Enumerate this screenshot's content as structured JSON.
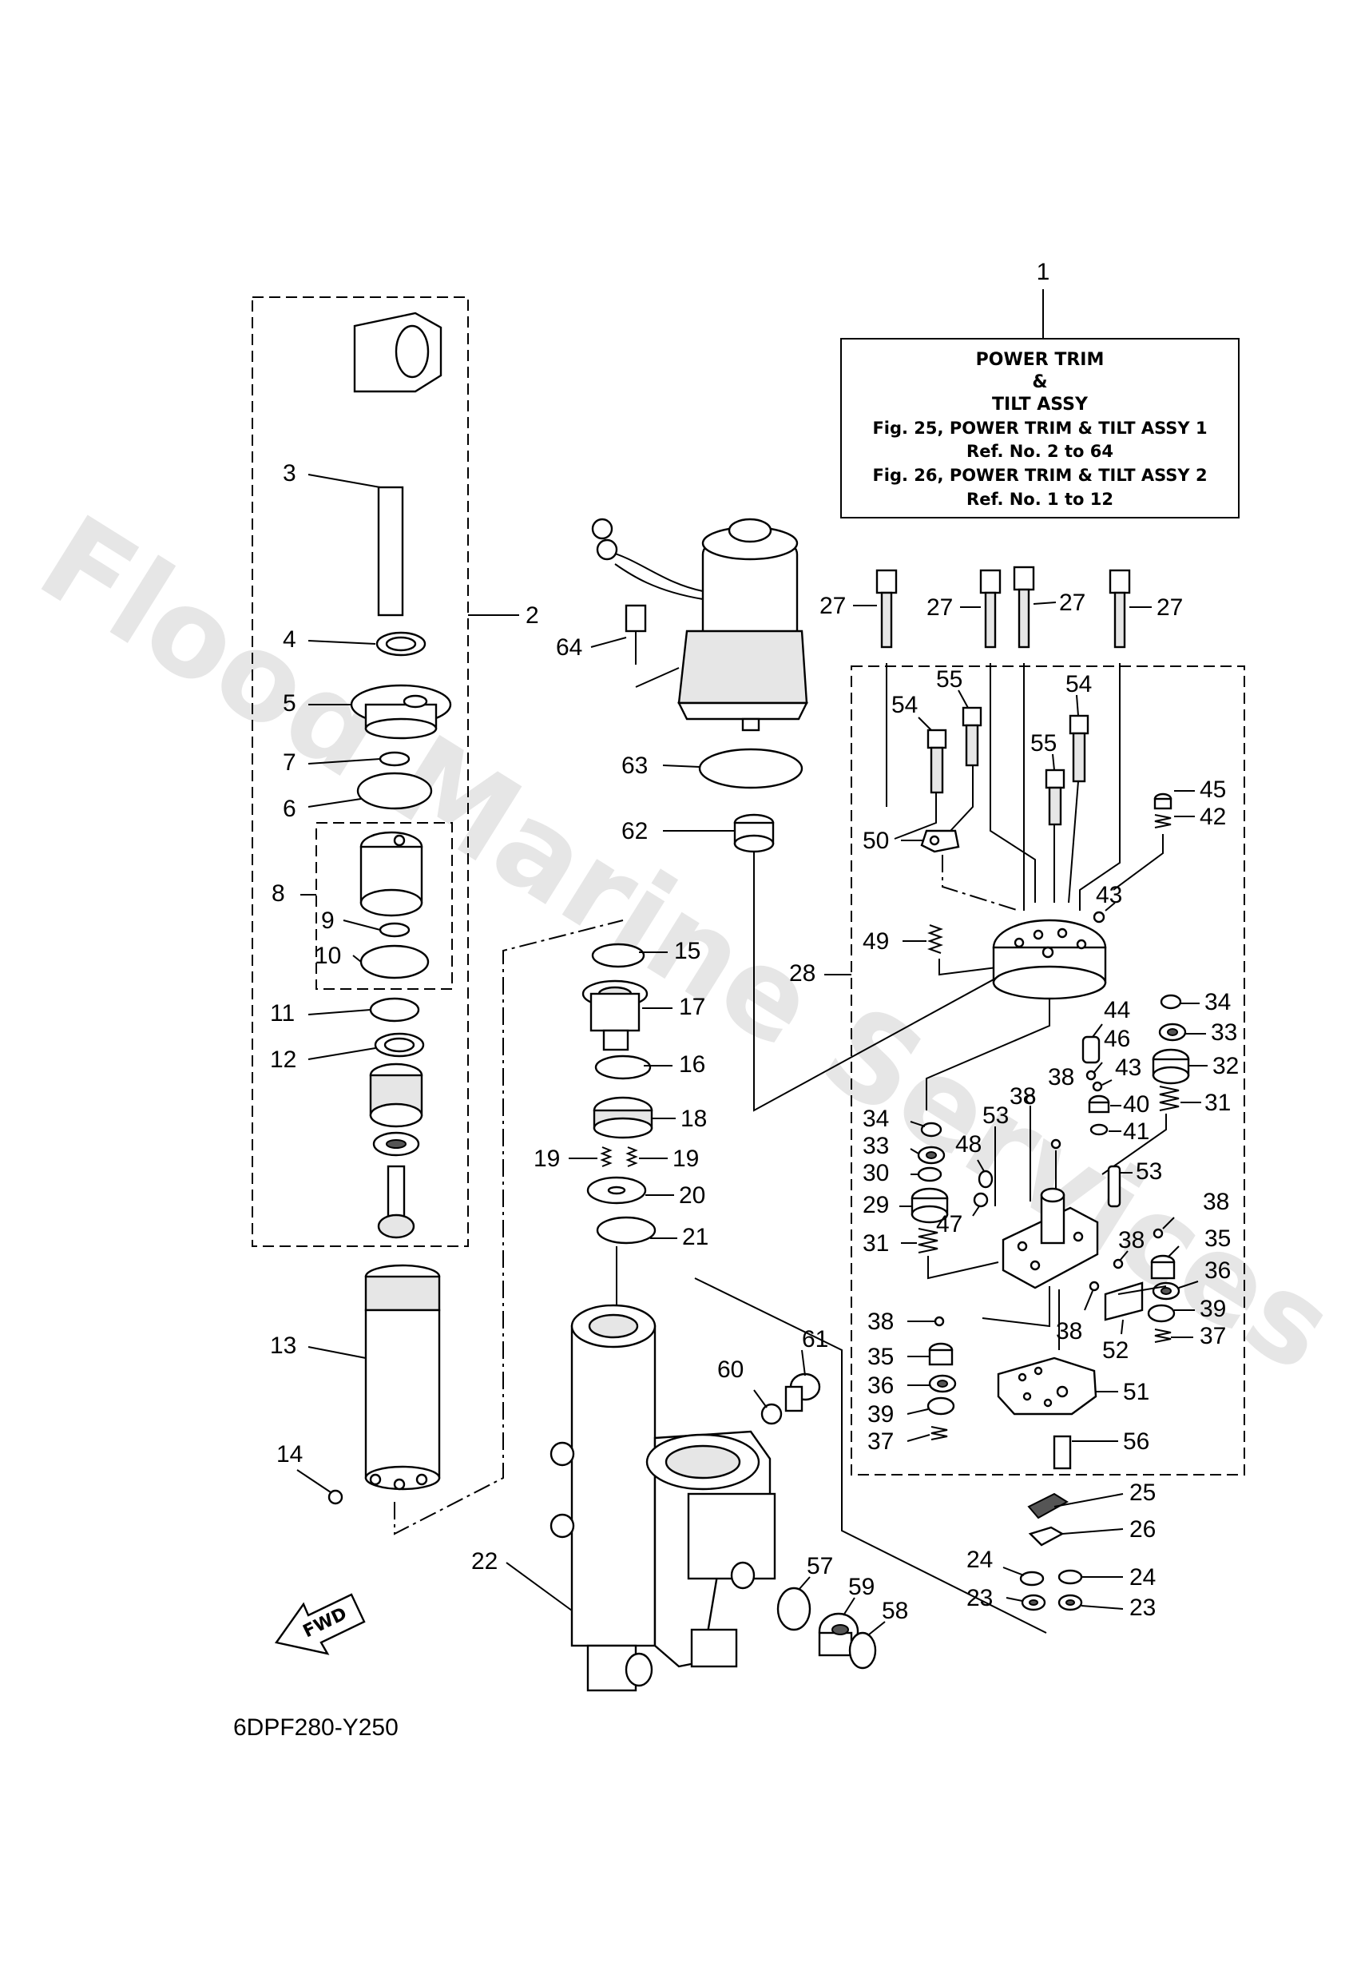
{
  "watermark": "Flood Marine Services",
  "figure_code": "6DPF280-Y250",
  "fwd_label": "FWD",
  "note_box": {
    "title_line1": "POWER TRIM",
    "title_line2": "&",
    "title_line3": "TILT ASSY",
    "line4": "Fig. 25, POWER TRIM & TILT ASSY 1",
    "line5": "Ref. No. 2 to 64",
    "line6": "Fig. 26, POWER TRIM & TILT ASSY 2",
    "line7": "Ref. No. 1 to 12"
  },
  "callouts": [
    {
      "id": "c1",
      "text": "1"
    },
    {
      "id": "c2",
      "text": "2"
    },
    {
      "id": "c3",
      "text": "3"
    },
    {
      "id": "c4",
      "text": "4"
    },
    {
      "id": "c5",
      "text": "5"
    },
    {
      "id": "c6",
      "text": "6"
    },
    {
      "id": "c7",
      "text": "7"
    },
    {
      "id": "c8",
      "text": "8"
    },
    {
      "id": "c9",
      "text": "9"
    },
    {
      "id": "c10",
      "text": "10"
    },
    {
      "id": "c11",
      "text": "11"
    },
    {
      "id": "c12",
      "text": "12"
    },
    {
      "id": "c13",
      "text": "13"
    },
    {
      "id": "c14",
      "text": "14"
    },
    {
      "id": "c15",
      "text": "15"
    },
    {
      "id": "c16",
      "text": "16"
    },
    {
      "id": "c17",
      "text": "17"
    },
    {
      "id": "c18",
      "text": "18"
    },
    {
      "id": "c19a",
      "text": "19"
    },
    {
      "id": "c19b",
      "text": "19"
    },
    {
      "id": "c20",
      "text": "20"
    },
    {
      "id": "c21",
      "text": "21"
    },
    {
      "id": "c22",
      "text": "22"
    },
    {
      "id": "c23a",
      "text": "23"
    },
    {
      "id": "c23b",
      "text": "23"
    },
    {
      "id": "c24a",
      "text": "24"
    },
    {
      "id": "c24b",
      "text": "24"
    },
    {
      "id": "c25",
      "text": "25"
    },
    {
      "id": "c26",
      "text": "26"
    },
    {
      "id": "c27a",
      "text": "27"
    },
    {
      "id": "c27b",
      "text": "27"
    },
    {
      "id": "c27c",
      "text": "27"
    },
    {
      "id": "c27d",
      "text": "27"
    },
    {
      "id": "c28",
      "text": "28"
    },
    {
      "id": "c29",
      "text": "29"
    },
    {
      "id": "c30",
      "text": "30"
    },
    {
      "id": "c31a",
      "text": "31"
    },
    {
      "id": "c31b",
      "text": "31"
    },
    {
      "id": "c32",
      "text": "32"
    },
    {
      "id": "c33a",
      "text": "33"
    },
    {
      "id": "c33b",
      "text": "33"
    },
    {
      "id": "c34a",
      "text": "34"
    },
    {
      "id": "c34b",
      "text": "34"
    },
    {
      "id": "c35a",
      "text": "35"
    },
    {
      "id": "c35b",
      "text": "35"
    },
    {
      "id": "c36a",
      "text": "36"
    },
    {
      "id": "c36b",
      "text": "36"
    },
    {
      "id": "c37a",
      "text": "37"
    },
    {
      "id": "c37b",
      "text": "37"
    },
    {
      "id": "c38a",
      "text": "38"
    },
    {
      "id": "c38b",
      "text": "38"
    },
    {
      "id": "c38c",
      "text": "38"
    },
    {
      "id": "c38d",
      "text": "38"
    },
    {
      "id": "c38e",
      "text": "38"
    },
    {
      "id": "c38f",
      "text": "38"
    },
    {
      "id": "c39a",
      "text": "39"
    },
    {
      "id": "c39b",
      "text": "39"
    },
    {
      "id": "c40",
      "text": "40"
    },
    {
      "id": "c41",
      "text": "41"
    },
    {
      "id": "c42",
      "text": "42"
    },
    {
      "id": "c43a",
      "text": "43"
    },
    {
      "id": "c43b",
      "text": "43"
    },
    {
      "id": "c44",
      "text": "44"
    },
    {
      "id": "c45",
      "text": "45"
    },
    {
      "id": "c46",
      "text": "46"
    },
    {
      "id": "c47",
      "text": "47"
    },
    {
      "id": "c48",
      "text": "48"
    },
    {
      "id": "c49",
      "text": "49"
    },
    {
      "id": "c50",
      "text": "50"
    },
    {
      "id": "c51",
      "text": "51"
    },
    {
      "id": "c52",
      "text": "52"
    },
    {
      "id": "c53a",
      "text": "53"
    },
    {
      "id": "c53b",
      "text": "53"
    },
    {
      "id": "c54a",
      "text": "54"
    },
    {
      "id": "c54b",
      "text": "54"
    },
    {
      "id": "c55a",
      "text": "55"
    },
    {
      "id": "c55b",
      "text": "55"
    },
    {
      "id": "c56",
      "text": "56"
    },
    {
      "id": "c57",
      "text": "57"
    },
    {
      "id": "c58",
      "text": "58"
    },
    {
      "id": "c59",
      "text": "59"
    },
    {
      "id": "c60",
      "text": "60"
    },
    {
      "id": "c61",
      "text": "61"
    },
    {
      "id": "c62",
      "text": "62"
    },
    {
      "id": "c63",
      "text": "63"
    },
    {
      "id": "c64",
      "text": "64"
    }
  ]
}
